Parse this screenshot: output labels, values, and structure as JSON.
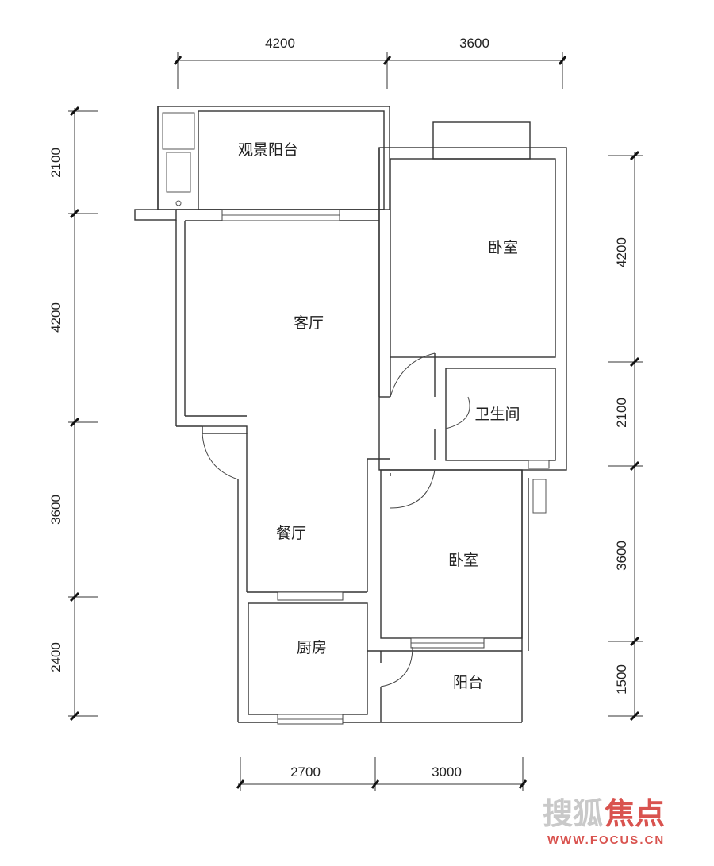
{
  "dimensions": {
    "top": [
      "4200",
      "3600"
    ],
    "bottom": [
      "2700",
      "3000"
    ],
    "left": [
      "2100",
      "4200",
      "3600",
      "2400"
    ],
    "right": [
      "4200",
      "2100",
      "3600",
      "1500"
    ]
  },
  "rooms": {
    "view_balcony": "观景阳台",
    "bedroom_1": "卧室",
    "living_room": "客厅",
    "bathroom": "卫生间",
    "dining_room": "餐厅",
    "bedroom_2": "卧室",
    "kitchen": "厨房",
    "balcony": "阳台"
  },
  "watermark": {
    "brand_cn": "搜狐",
    "brand_jd": "焦点",
    "url": "WWW.FOCUS.CN"
  },
  "colors": {
    "wall": "#333333",
    "brand": "#d9534f"
  }
}
